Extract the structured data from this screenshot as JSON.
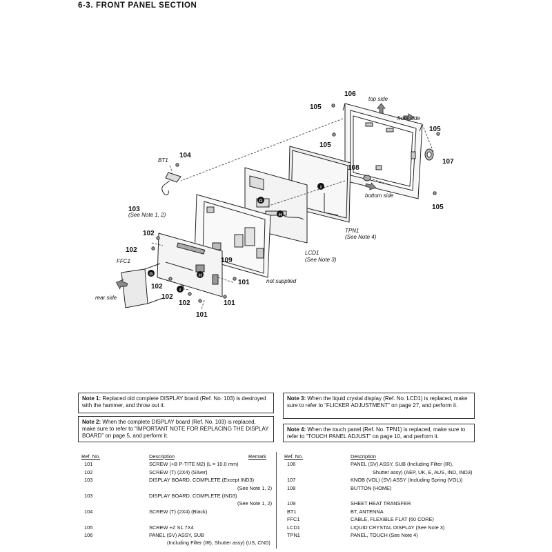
{
  "section_title": "6-3.   FRONT PANEL SECTION",
  "diagram": {
    "callouts": {
      "c106": "106",
      "c105a": "105",
      "c105b": "105",
      "c105c": "105",
      "c105d": "105",
      "c107": "107",
      "c108": "108",
      "c104": "104",
      "c103": "103",
      "c102a": "102",
      "c102b": "102",
      "c102c": "102",
      "c102d": "102",
      "c102e": "102",
      "c109": "109",
      "c101a": "101",
      "c101b": "101",
      "c101c": "101"
    },
    "labels": {
      "top_side": "top side",
      "front_side": "front side",
      "bottom_side": "bottom side",
      "rear_side": "rear side",
      "bt1": "BT1",
      "see_note_12": "(See Note 1, 2)",
      "ffc1": "FFC1",
      "tpn1": "TPN1",
      "see_note_4": "(See Note 4)",
      "lcd1": "LCD1",
      "see_note_3": "(See Note 3)",
      "not_supplied": "not supplied"
    },
    "markers": {
      "g": "G",
      "h": "H",
      "i": "I"
    }
  },
  "notes": [
    {
      "tag": "Note 1:",
      "text": "Replaced old complete DISPLAY board (Ref. No. 103) is destroyed with the hammer, and throw out it."
    },
    {
      "tag": "Note 3:",
      "text": "When the liquid crystal display (Ref. No. LCD1) is replaced, make sure to refer to “FLICKER ADJUSTMENT” on page 27, and perform it."
    },
    {
      "tag": "Note 2:",
      "text": "When the complete DISPLAY board (Ref. No. 103) is replaced, make sure to refer to “IMPORTANT NOTE FOR REPLACING THE DISPLAY BOARD” on page 5, and perform it."
    },
    {
      "tag": "Note 4:",
      "text": "When the touch panel (Ref. No. TPN1) is replaced, make sure to refer to “TOUCH PANEL ADJUST” on page 10, and perform it."
    }
  ],
  "parts_list": {
    "headers": {
      "ref": "Ref. No.",
      "desc": "Description",
      "remark": "Remark"
    },
    "left": [
      {
        "ref": "101",
        "desc": "SCREW (+B P-TITE M2) (L = 10.0 mm)",
        "sub": ""
      },
      {
        "ref": "102",
        "desc": "SCREW (T) (2X4) (Silver)",
        "sub": ""
      },
      {
        "ref": "103",
        "desc": "DISPLAY BOARD, COMPLETE (Except IND3)",
        "sub": "(See Note 1, 2)"
      },
      {
        "ref": "103",
        "desc": "DISPLAY BOARD, COMPLETE (IND3)",
        "sub": "(See Note 1, 2)"
      },
      {
        "ref": "104",
        "desc": "SCREW (T) (2X4) (Black)",
        "sub": ""
      },
      {
        "ref": "105",
        "desc": "SCREW +Z S1.7X4",
        "sub": ""
      },
      {
        "ref": "106",
        "desc": "PANEL (SV) ASSY, SUB",
        "sub": "(Including Filter (IR), Shutter assy) (US, CND)"
      }
    ],
    "right": [
      {
        "ref": "106",
        "desc": "PANEL (SV) ASSY, SUB (Including Filter (IR),",
        "sub": "Shutter assy) (AEP, UK, E, AUS, IND, IND3)"
      },
      {
        "ref": "107",
        "desc": "KNOB (VOL) (SV) ASSY (Including Spring (VOL))",
        "sub": ""
      },
      {
        "ref": "108",
        "desc": "BUTTON (HOME)",
        "sub": ""
      },
      {
        "ref": "",
        "desc": "",
        "sub": ""
      },
      {
        "ref": "109",
        "desc": "SHEET HEAT TRANSFER",
        "sub": ""
      },
      {
        "ref": "BT1",
        "desc": "BT, ANTENNA",
        "sub": ""
      },
      {
        "ref": "FFC1",
        "desc": "CABLE, FLEXIBLE FLAT (60 CORE)",
        "sub": ""
      },
      {
        "ref": "LCD1",
        "desc": "LIQUID CRYSTAL DISPLAY (See Note 3)",
        "sub": ""
      },
      {
        "ref": "TPN1",
        "desc": "PANEL, TOUCH (See Note 4)",
        "sub": ""
      }
    ]
  }
}
